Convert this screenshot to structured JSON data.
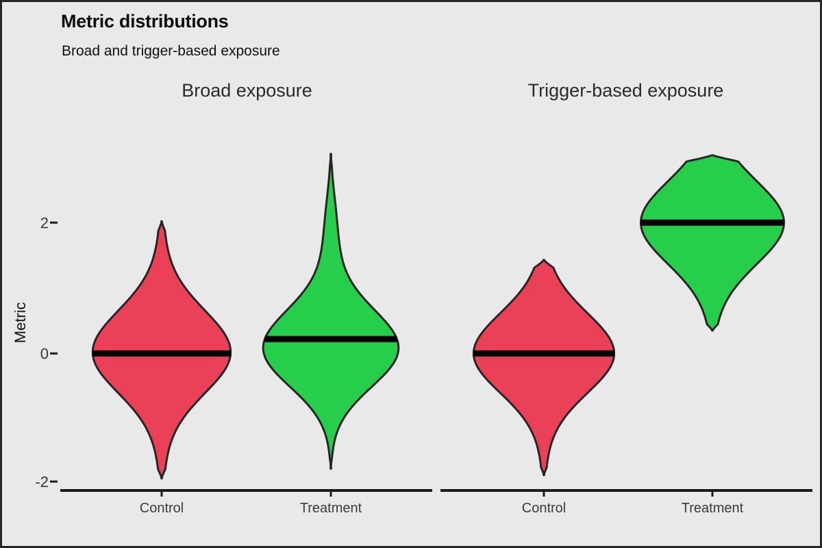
{
  "chart_data": {
    "type": "violin",
    "title": "Metric distributions",
    "subtitle": "Broad and trigger-based exposure",
    "ylabel": "Metric",
    "xlabel": "",
    "ylim": [
      -2.6,
      3.1
    ],
    "yticks": [
      2,
      0,
      -2
    ],
    "ytick_labels": [
      "2",
      "0",
      "-2"
    ],
    "grid": false,
    "legend": "none",
    "facets": [
      {
        "panel_title": "Broad exposure",
        "categories": [
          "Control",
          "Treatment"
        ],
        "groups": [
          {
            "name": "Control",
            "color": "#EA4158",
            "median": 0.0,
            "min": -1.95,
            "max": 2.02,
            "modes": [
              0.0
            ],
            "half_width_max": 1.06,
            "shape": "unimodal"
          },
          {
            "name": "Treatment",
            "color": "#27CE4B",
            "median": 0.22,
            "min": -1.8,
            "max": 3.05,
            "modes": [
              0.1,
              1.45
            ],
            "half_width_max": 1.04,
            "shape": "bimodal"
          }
        ]
      },
      {
        "panel_title": "Trigger-based exposure",
        "categories": [
          "Control",
          "Treatment"
        ],
        "groups": [
          {
            "name": "Control",
            "color": "#EA4158",
            "median": 0.0,
            "min": -1.9,
            "max": 1.43,
            "modes": [
              0.0
            ],
            "half_width_max": 1.08,
            "shape": "unimodal"
          },
          {
            "name": "Treatment",
            "color": "#27CE4B",
            "median": 2.0,
            "min": 0.35,
            "max": 3.03,
            "modes": [
              2.0
            ],
            "half_width_max": 1.1,
            "shape": "unimodal"
          }
        ]
      }
    ]
  },
  "header": {
    "title": "Metric distributions",
    "subtitle": "Broad and trigger-based exposure"
  },
  "axes": {
    "y_title": "Metric",
    "y_ticks": [
      {
        "label": "2"
      },
      {
        "label": "0"
      },
      {
        "label": "-2"
      }
    ]
  },
  "panels": [
    {
      "title": "Broad exposure",
      "x_ticks": [
        {
          "label": "Control"
        },
        {
          "label": "Treatment"
        }
      ]
    },
    {
      "title": "Trigger-based exposure",
      "x_ticks": [
        {
          "label": "Control"
        },
        {
          "label": "Treatment"
        }
      ]
    }
  ],
  "colors": {
    "background": "#E9E9E9",
    "border": "#262626",
    "control_fill": "#EA4158",
    "treatment_fill": "#27CE4B",
    "outline": "#262626",
    "median_line": "#000000",
    "axis_line": "#1a1a1a"
  }
}
